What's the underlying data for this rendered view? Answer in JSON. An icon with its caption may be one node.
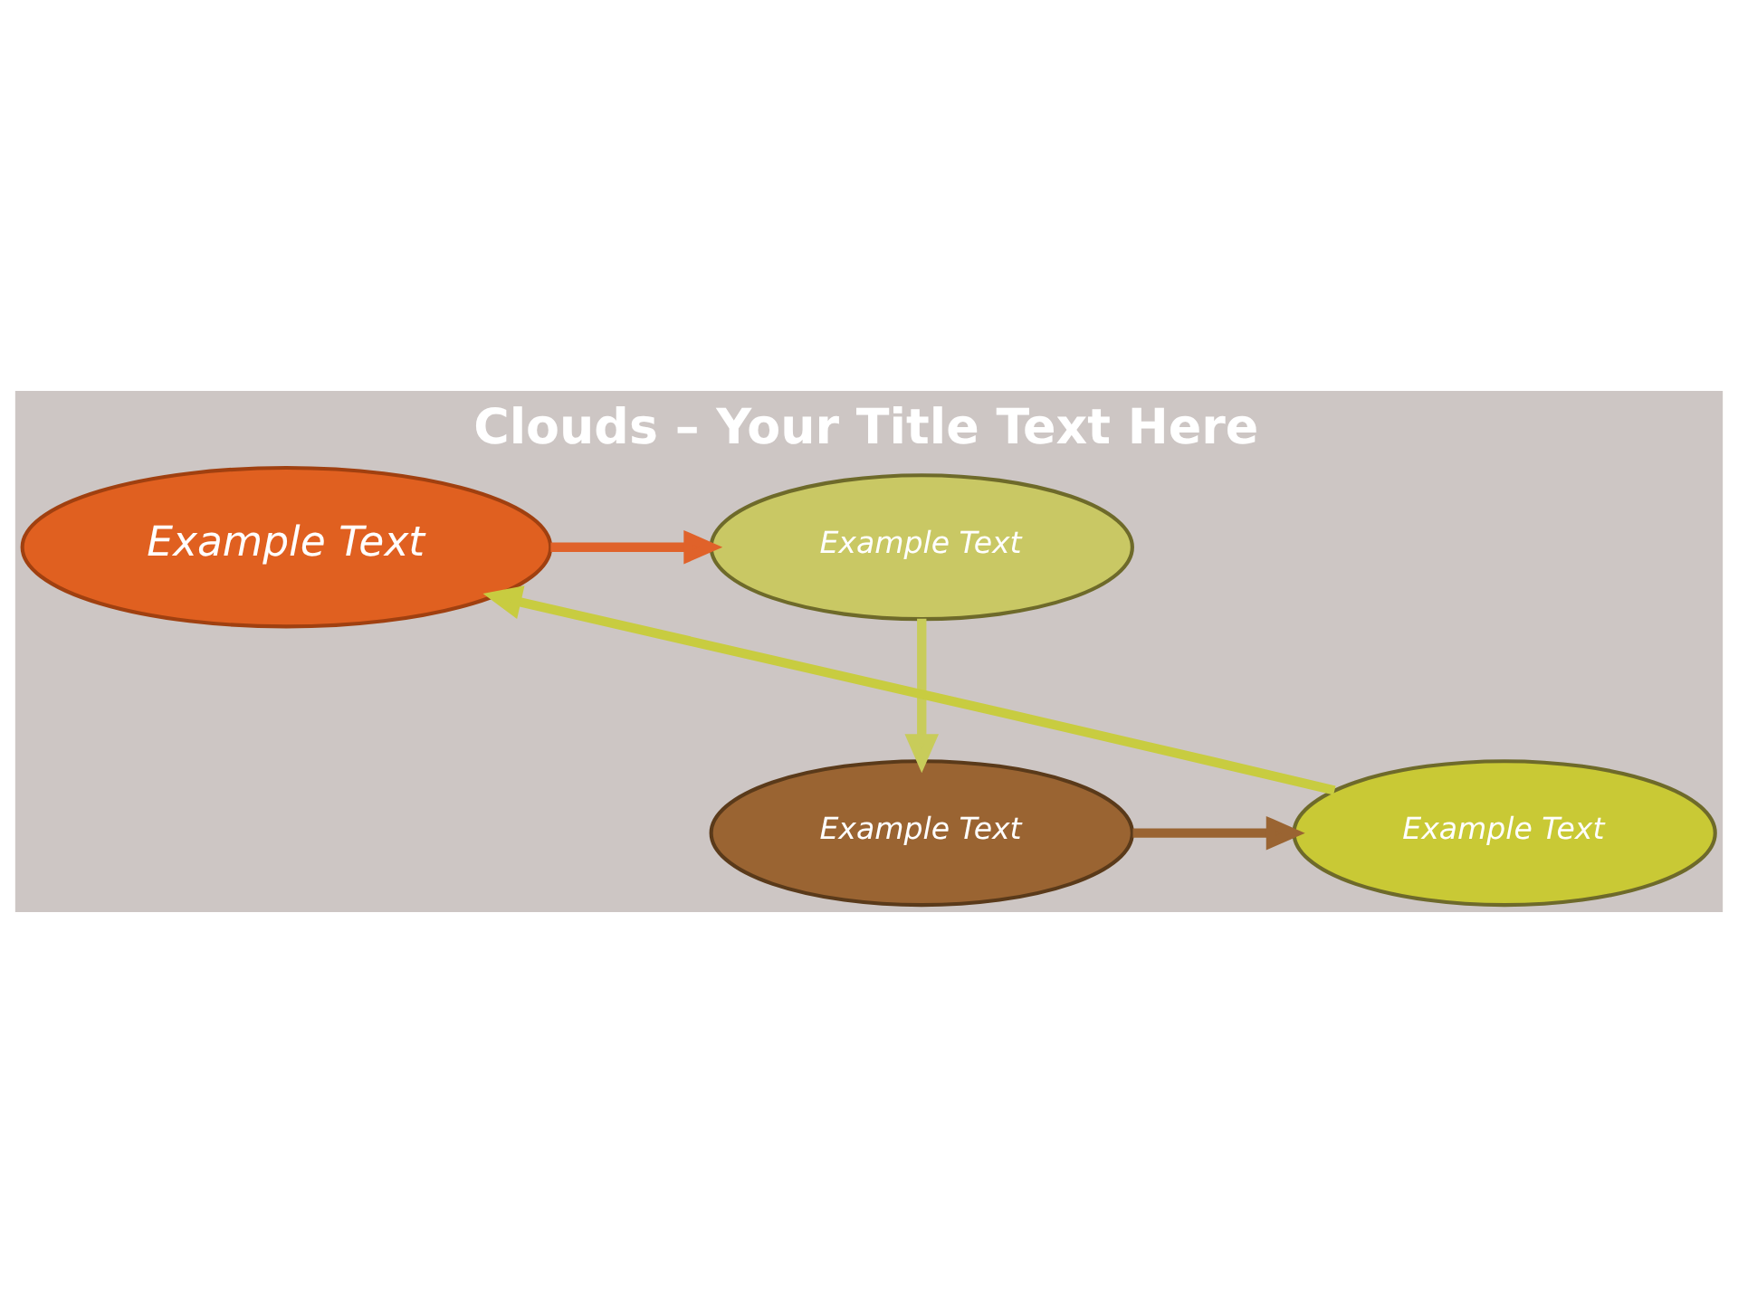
{
  "diagram": {
    "title": "Clouds – Your Title Text Here",
    "nodes": [
      {
        "text": [
          "Example Text"
        ]
      },
      {
        "text": [
          "Example Text"
        ]
      },
      {
        "text": [
          "Example Text"
        ]
      },
      {
        "text": [
          "Example Text"
        ]
      }
    ],
    "edges": [
      {
        "from": 1,
        "to": 0,
        "arrow": "to",
        "color": "#e0622a"
      },
      {
        "from": 0,
        "to": 2,
        "arrow": "to",
        "color": "#c8cc5a"
      },
      {
        "from": 2,
        "to": 3,
        "arrow": "to",
        "color": "#9a6432"
      },
      {
        "from": 3,
        "to": 1,
        "arrow": "to",
        "color": "#c8cc40"
      }
    ]
  }
}
